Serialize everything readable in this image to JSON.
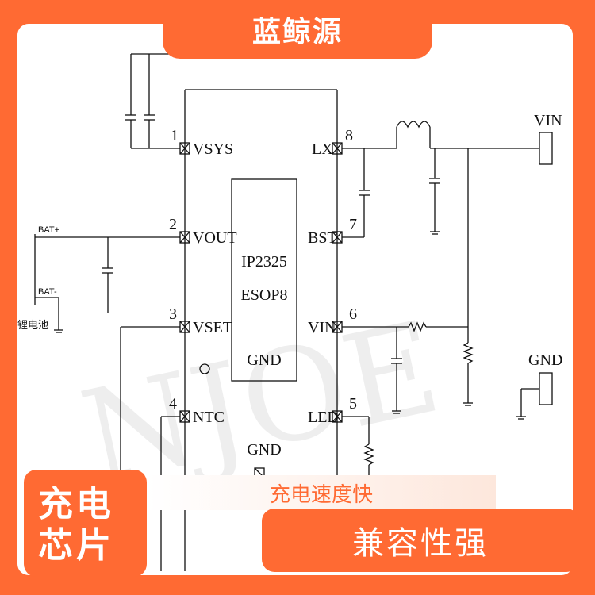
{
  "brand": "蓝鲸源",
  "product": {
    "line1": "充电",
    "line2": "芯片"
  },
  "features": [
    "充电速度快",
    "兼容性强"
  ],
  "watermark": "NJOE",
  "colors": {
    "accent": "#ff6a33",
    "white": "#ffffff"
  },
  "schematic": {
    "chip": {
      "part": "IP2325",
      "package": "ESOP8",
      "center_label": "GND",
      "bottom_label": "GND"
    },
    "left_pins": [
      {
        "num": "1",
        "name": "VSYS"
      },
      {
        "num": "2",
        "name": "VOUT"
      },
      {
        "num": "3",
        "name": "VSET"
      },
      {
        "num": "4",
        "name": "NTC"
      }
    ],
    "right_pins": [
      {
        "num": "8",
        "name": "LX"
      },
      {
        "num": "7",
        "name": "BST"
      },
      {
        "num": "6",
        "name": "VIN"
      },
      {
        "num": "5",
        "name": "LED"
      }
    ],
    "net_labels": {
      "vin": "VIN",
      "gnd": "GND",
      "bat_plus": "BAT+",
      "bat_minus": "BAT-",
      "battery": "锂电池"
    }
  }
}
